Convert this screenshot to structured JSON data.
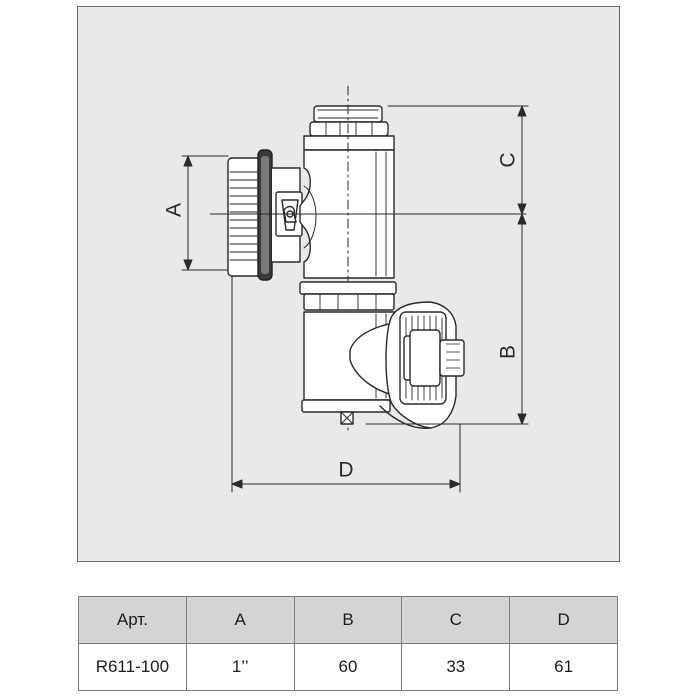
{
  "drawing": {
    "labels": {
      "a": "A",
      "b": "B",
      "c": "C",
      "d": "D"
    }
  },
  "table": {
    "headers": [
      "Арт.",
      "A",
      "B",
      "C",
      "D"
    ],
    "rows": [
      [
        "R611-100",
        "1’’",
        "60",
        "33",
        "61"
      ]
    ]
  },
  "colors": {
    "background": "#e9e9e9",
    "line": "#2a2a2a",
    "header_fill": "#d4d4d4"
  }
}
